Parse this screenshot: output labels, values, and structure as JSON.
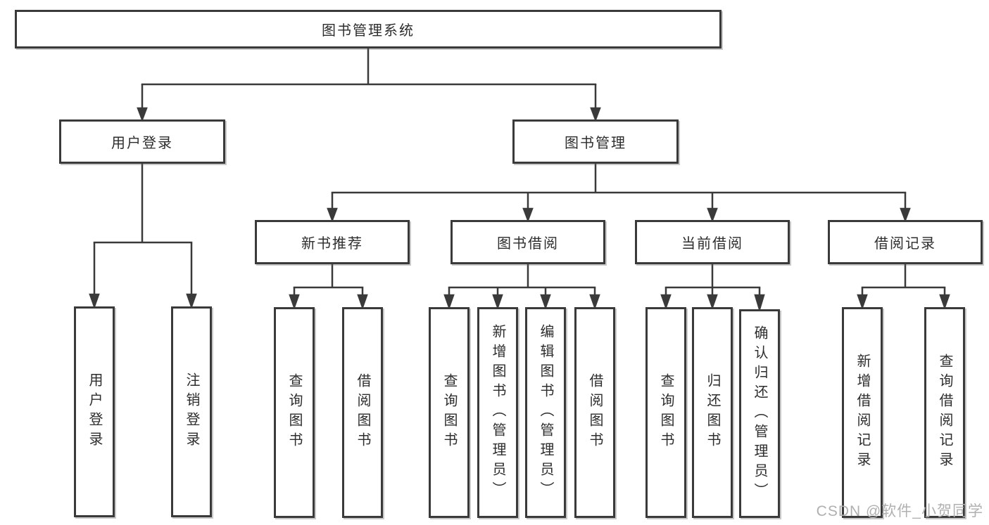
{
  "diagram_title": "图书管理系统",
  "tree": {
    "label": "图书管理系统",
    "children": [
      {
        "label": "用户登录",
        "children": [
          {
            "label": "用户登录"
          },
          {
            "label": "注销登录"
          }
        ]
      },
      {
        "label": "图书管理",
        "children": [
          {
            "label": "新书推荐",
            "children": [
              {
                "label": "查询图书"
              },
              {
                "label": "借阅图书"
              }
            ]
          },
          {
            "label": "图书借阅",
            "children": [
              {
                "label": "查询图书"
              },
              {
                "label": "新增图书（管理员）"
              },
              {
                "label": "编辑图书（管理员）"
              },
              {
                "label": "借阅图书"
              }
            ]
          },
          {
            "label": "当前借阅",
            "children": [
              {
                "label": "查询图书"
              },
              {
                "label": "归还图书"
              },
              {
                "label": "确认归还（管理员）"
              }
            ]
          },
          {
            "label": "借阅记录",
            "children": [
              {
                "label": "新增借阅记录"
              },
              {
                "label": "查询借阅记录"
              }
            ]
          }
        ]
      }
    ]
  },
  "watermark": {
    "text": "CSDN @软件_小贺同学"
  },
  "colors": {
    "line": "#3a3a3a",
    "box_border": "#3a3a3a",
    "text": "#2d2d2d",
    "watermark": "#b0b0b0",
    "background": "#ffffff"
  }
}
